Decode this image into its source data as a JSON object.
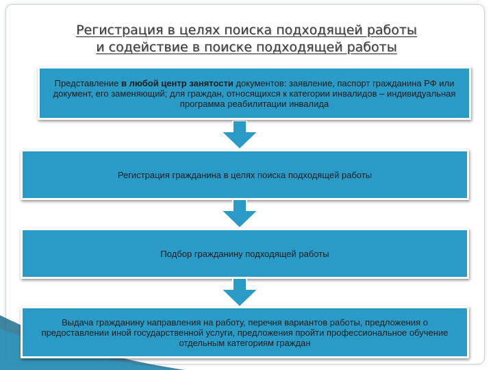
{
  "title": {
    "line1": "Регистрация в целях поиска подходящей работы",
    "line2": "и содействие в поиске подходящей работы"
  },
  "steps": [
    {
      "pre": "Представление ",
      "bold": "в любой центр занятости",
      "post": " документов: заявление, паспорт гражданина РФ или документ, его заменяющий; для граждан, относящихся к категории инвалидов – индивидуальная программа реабилитации инвалида"
    },
    {
      "text": "Регистрация гражданина в целях поиска подходящей работы"
    },
    {
      "text": "Подбор гражданину подходящей работы"
    },
    {
      "text": "Выдача гражданину направления на работу, перечня вариантов работы, предложения о предоставлении иной государственной услуги, предложения пройти профессиональное обучение отдельным категориям граждан"
    }
  ],
  "colors": {
    "box_fill": "#2a9bc6",
    "arrow_fill": "#2a9bc6",
    "decor": "#1f6f8f"
  }
}
